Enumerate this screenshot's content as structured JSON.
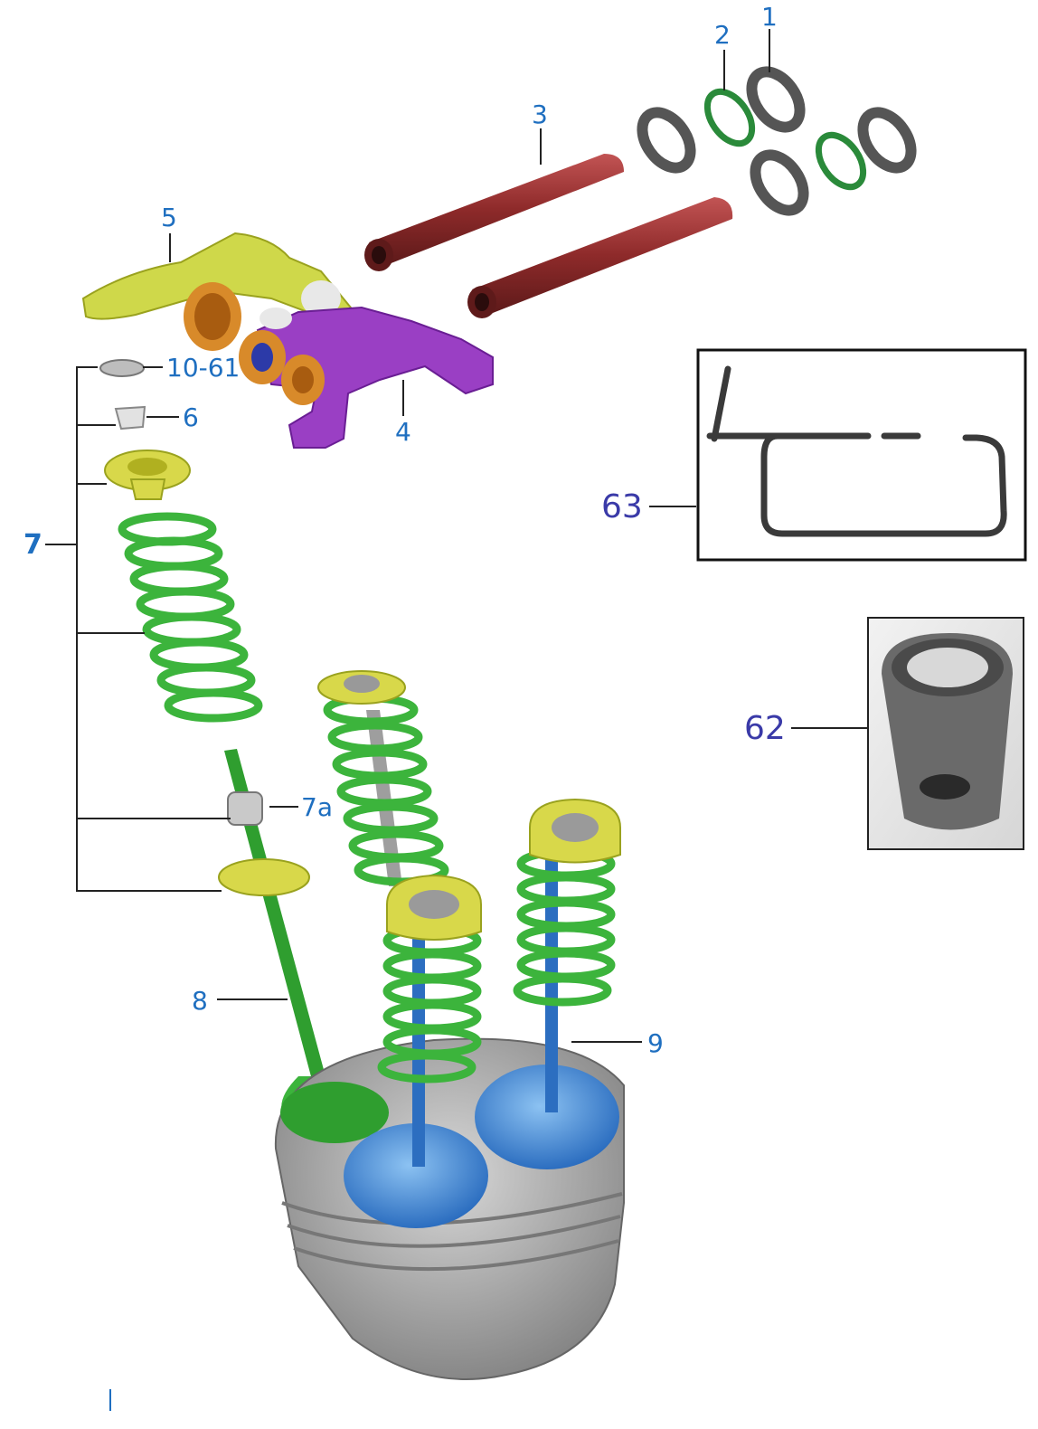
{
  "callouts": {
    "c1": "1",
    "c2": "2",
    "c3": "3",
    "c4": "4",
    "c5": "5",
    "c6": "6",
    "c7": "7",
    "c7a": "7a",
    "c8": "8",
    "c9": "9",
    "c10_61": "10-61",
    "c62": "62",
    "c63": "63"
  },
  "colors": {
    "callout_text": "#1f6fc0",
    "inset_callout_text": "#3a3aa8",
    "spring_green": "#3cb43c",
    "retainer_yellow": "#d8d84a",
    "rocker_yellow": "#cfd84a",
    "rocker_purple": "#9a3fc4",
    "bushing_orange": "#d88a2a",
    "shaft_red": "#9a2e2e",
    "valve_blue": "#3a7fd0",
    "head_gray": "#a8a8a8"
  }
}
